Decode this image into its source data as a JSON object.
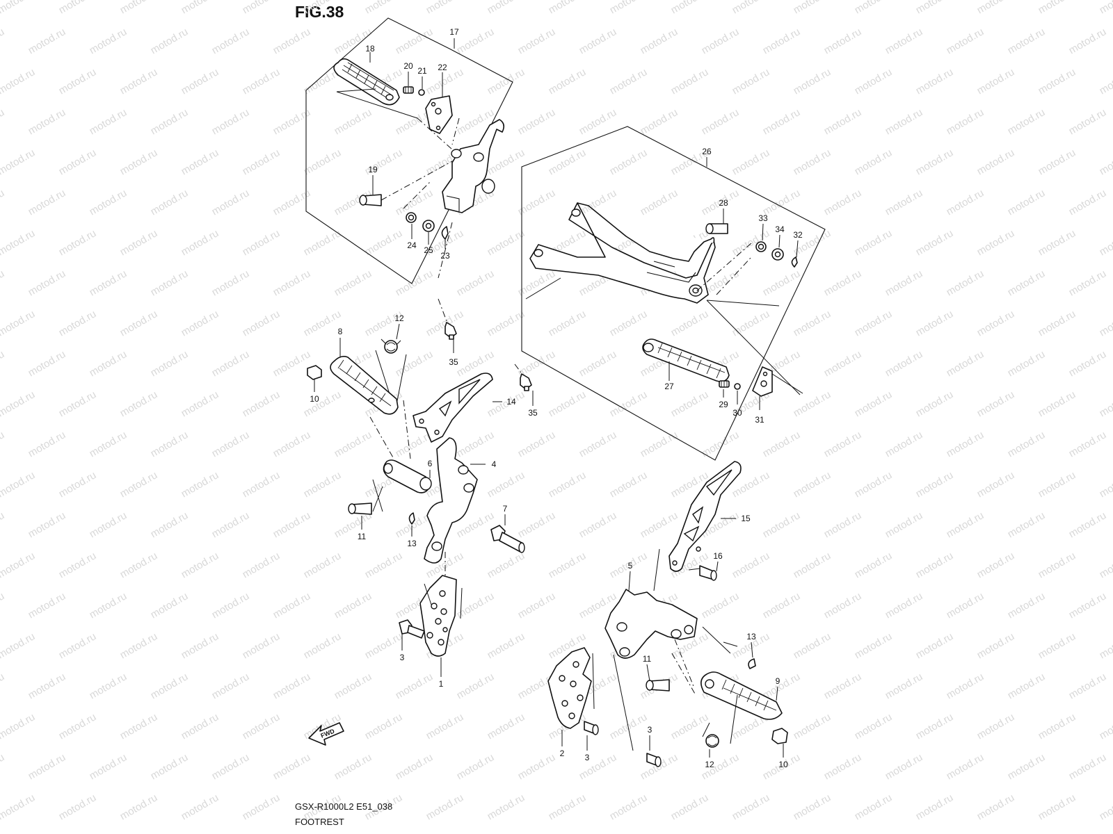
{
  "figure": {
    "title": "FIG.38",
    "model_code": "GSX-R1000L2 E51_038",
    "section_name": "FOOTREST",
    "direction_label": "FWD"
  },
  "watermark": "motod.ru",
  "parts": {
    "p1": "1",
    "p2": "2",
    "p3a": "3",
    "p3b": "3",
    "p3c": "3",
    "p4": "4",
    "p5": "5",
    "p6": "6",
    "p7": "7",
    "p8": "8",
    "p9": "9",
    "p10a": "10",
    "p10b": "10",
    "p11a": "11",
    "p11b": "11",
    "p12a": "12",
    "p12b": "12",
    "p13a": "13",
    "p13b": "13",
    "p14": "14",
    "p15": "15",
    "p16": "16",
    "p17": "17",
    "p18": "18",
    "p19": "19",
    "p20": "20",
    "p21": "21",
    "p22": "22",
    "p23": "23",
    "p24": "24",
    "p25": "25",
    "p26": "26",
    "p27": "27",
    "p28": "28",
    "p29": "29",
    "p30": "30",
    "p31": "31",
    "p32": "32",
    "p33": "33",
    "p34": "34",
    "p35a": "35",
    "p35b": "35"
  },
  "colors": {
    "line": "#111111",
    "watermark": "#d8d8d8",
    "background": "#ffffff"
  }
}
